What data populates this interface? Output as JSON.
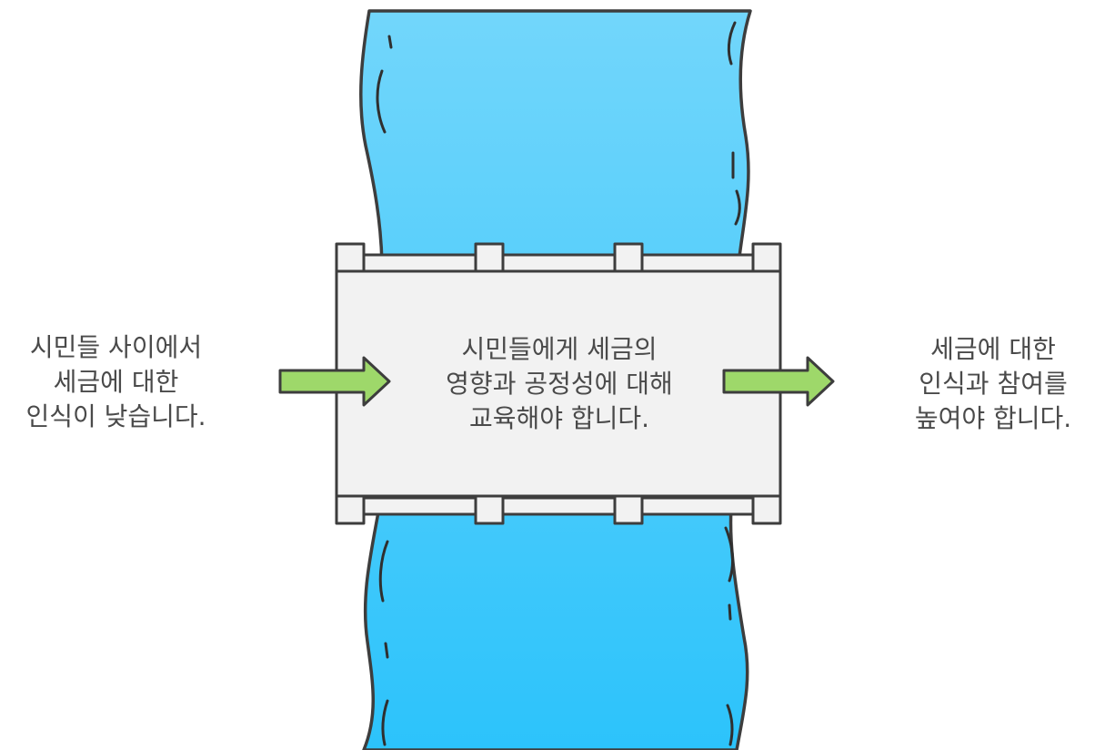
{
  "diagram": {
    "source_text": [
      "시민들 사이에서",
      "세금에 대한",
      "인식이 낮습니다."
    ],
    "bridge_text": [
      "시민들에게 세금의",
      "영향과 공정성에 대해",
      "교육해야 합니다."
    ],
    "goal_text": [
      "세금에 대한",
      "인식과 참여를",
      "높여야 합니다."
    ]
  },
  "colors": {
    "river_top": "#72d6fb",
    "river_bottom": "#2cc3fb",
    "outline": "#3d3d3d",
    "bridge_fill": "#f2f2f2",
    "arrow_fill": "#9ed86a",
    "text": "#4a4a4a"
  },
  "icons": {
    "river": "river-icon",
    "bridge": "bridge-icon",
    "arrow": "arrow-right-icon"
  }
}
